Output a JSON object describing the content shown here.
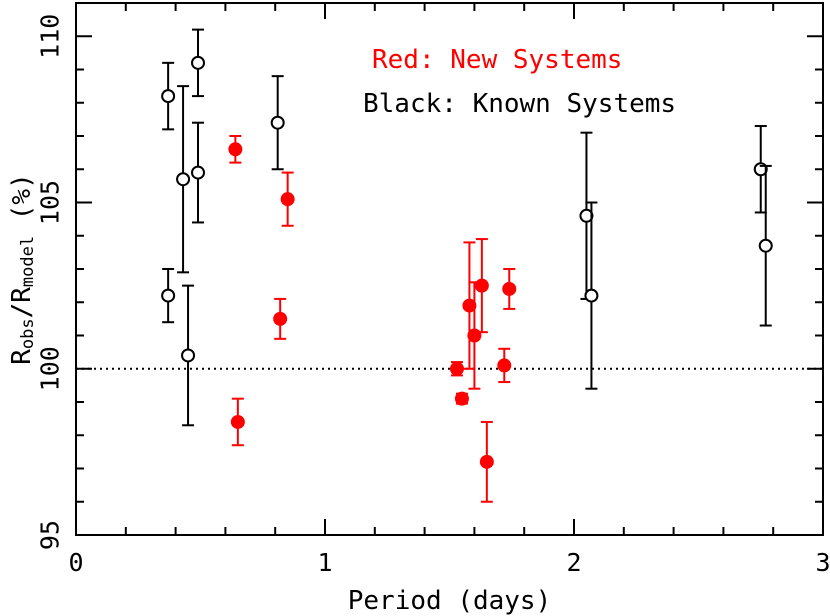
{
  "chart_data": {
    "type": "scatter",
    "title": "",
    "xlabel": "Period (days)",
    "ylabel": {
      "main_1": "R",
      "sub_1": "obs",
      "sep": "/R",
      "sub_2": "model",
      "suffix": " (%)"
    },
    "xlim": [
      0,
      3
    ],
    "ylim": [
      95,
      111
    ],
    "x_ticks": [
      "0",
      "1",
      "2",
      "3"
    ],
    "x_tick_values": [
      0,
      1,
      2,
      3
    ],
    "y_ticks": [
      "95",
      "100",
      "105",
      "110"
    ],
    "y_tick_values": [
      95,
      100,
      105,
      110
    ],
    "reference_line": {
      "y": 100,
      "style": "dotted"
    },
    "grid": false,
    "legend": [
      {
        "text": "Red: New Systems",
        "color": "#ff0000"
      },
      {
        "text": "Black: Known Systems",
        "color": "#000000"
      }
    ],
    "legend_placement": "top-right",
    "series": [
      {
        "name": "New Systems",
        "color": "#ff0000",
        "marker": "filled-circle",
        "points": [
          {
            "x": 0.64,
            "y": 106.6,
            "err": 0.4
          },
          {
            "x": 0.65,
            "y": 98.4,
            "err": 0.7
          },
          {
            "x": 0.82,
            "y": 101.5,
            "err": 0.6
          },
          {
            "x": 0.85,
            "y": 105.1,
            "err": 0.8
          },
          {
            "x": 1.53,
            "y": 100.0,
            "err": 0.2
          },
          {
            "x": 1.55,
            "y": 99.1,
            "err": 0.15
          },
          {
            "x": 1.58,
            "y": 101.9,
            "err": 1.9
          },
          {
            "x": 1.6,
            "y": 101.0,
            "err": 1.6
          },
          {
            "x": 1.63,
            "y": 102.5,
            "err": 1.4
          },
          {
            "x": 1.65,
            "y": 97.2,
            "err": 1.2
          },
          {
            "x": 1.72,
            "y": 100.1,
            "err": 0.5
          },
          {
            "x": 1.74,
            "y": 102.4,
            "err": 0.6
          }
        ]
      },
      {
        "name": "Known Systems",
        "color": "#000000",
        "marker": "open-circle",
        "points": [
          {
            "x": 0.37,
            "y": 108.2,
            "err": 1.0
          },
          {
            "x": 0.37,
            "y": 102.2,
            "err": 0.8
          },
          {
            "x": 0.43,
            "y": 105.7,
            "err": 2.8
          },
          {
            "x": 0.45,
            "y": 100.4,
            "err": 2.1
          },
          {
            "x": 0.49,
            "y": 109.2,
            "err": 1.0
          },
          {
            "x": 0.49,
            "y": 105.9,
            "err": 1.5
          },
          {
            "x": 0.81,
            "y": 107.4,
            "err": 1.4
          },
          {
            "x": 2.05,
            "y": 104.6,
            "err": 2.5
          },
          {
            "x": 2.07,
            "y": 102.2,
            "err": 2.8
          },
          {
            "x": 2.75,
            "y": 106.0,
            "err": 1.3
          },
          {
            "x": 2.77,
            "y": 103.7,
            "err": 2.4
          }
        ]
      }
    ]
  }
}
